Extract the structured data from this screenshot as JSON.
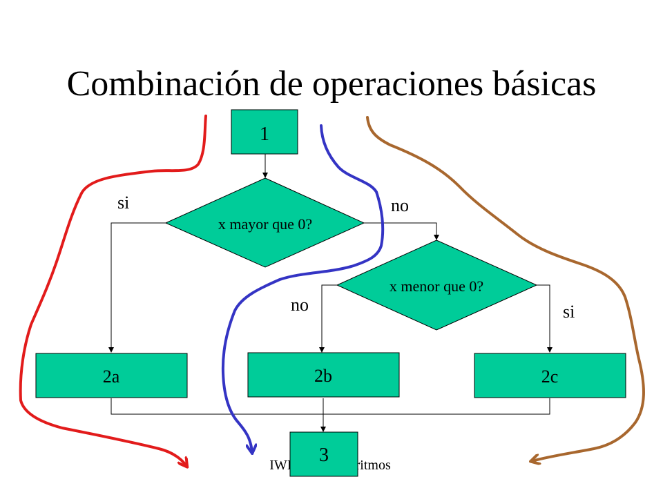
{
  "slide": {
    "title": "Combinación de operaciones básicas",
    "footer": "IWI-131 - Algoritmos"
  },
  "diagram": {
    "nodes": {
      "step1": "1",
      "decision1": "x mayor que 0?",
      "decision2": "x menor que 0?",
      "step2a": "2a",
      "step2b": "2b",
      "step2c": "2c",
      "step3": "3"
    },
    "edge_labels": {
      "d1_yes": "si",
      "d1_no": "no",
      "d2_no": "no",
      "d2_yes": "si"
    }
  },
  "colors": {
    "node_fill": "#00cc99",
    "path_red": "#e21b1b",
    "path_blue": "#3434c4",
    "path_brown": "#a8672e"
  }
}
